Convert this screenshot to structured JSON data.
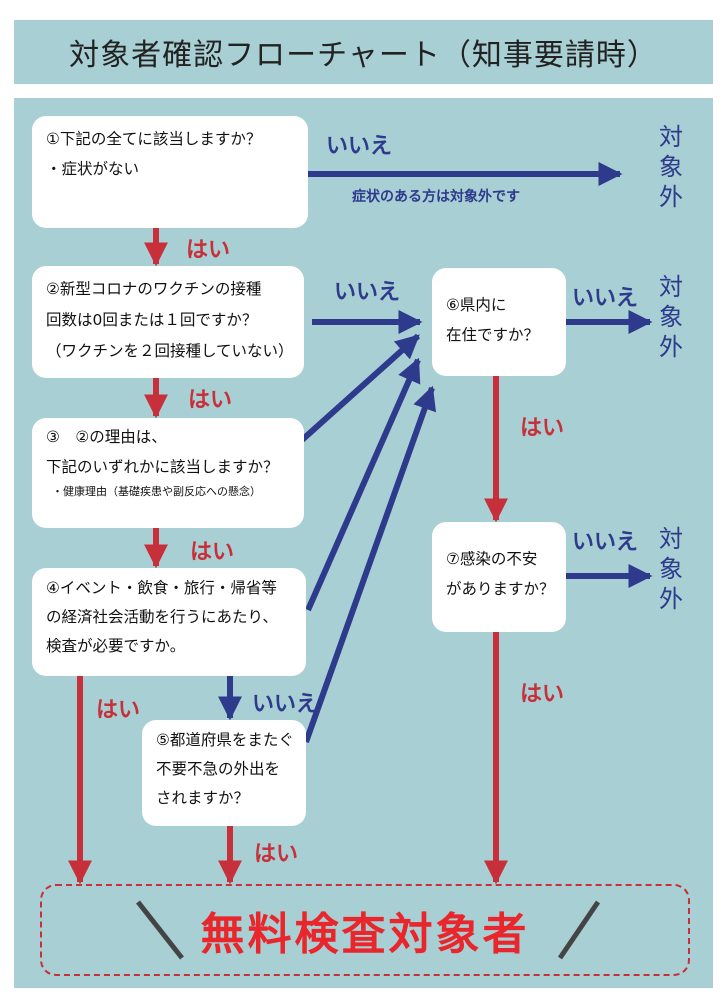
{
  "title": "対象者確認フローチャート（知事要請時）",
  "q1": {
    "lines": [
      "①下記の全てに該当しますか？",
      "・症状がない"
    ]
  },
  "q2": {
    "lines": [
      "②新型コロナのワクチンの接種",
      "回数は0回または１回ですか？",
      "（ワクチンを２回接種していない）"
    ]
  },
  "q3": {
    "lines": [
      "③　②の理由は、",
      "下記のいずれかに該当しますか？"
    ],
    "sub": "・健康理由（基礎疾患や副反応への懸念）"
  },
  "q4": {
    "lines": [
      "④イベント・飲食・旅行・帰省等",
      "の経済社会活動を行うにあたり、",
      "検査が必要ですか。"
    ]
  },
  "q5": {
    "lines": [
      "⑤都道府県をまたぐ",
      "不要不急の外出を",
      "されますか？"
    ]
  },
  "q6": {
    "lines": [
      "⑥県内に",
      "在住ですか？"
    ]
  },
  "q7": {
    "lines": [
      "⑦感染の不安",
      "がありますか？"
    ]
  },
  "labels": {
    "yes": "はい",
    "no": "いいえ"
  },
  "note_symptoms": "症状のある方は対象外です",
  "not_target": "対象外",
  "final": "無料検査対象者",
  "colors": {
    "background": "#a8cfd3",
    "yes_arrow": "#c7303a",
    "no_arrow": "#2e3a8c",
    "final_text": "#e8262b"
  }
}
